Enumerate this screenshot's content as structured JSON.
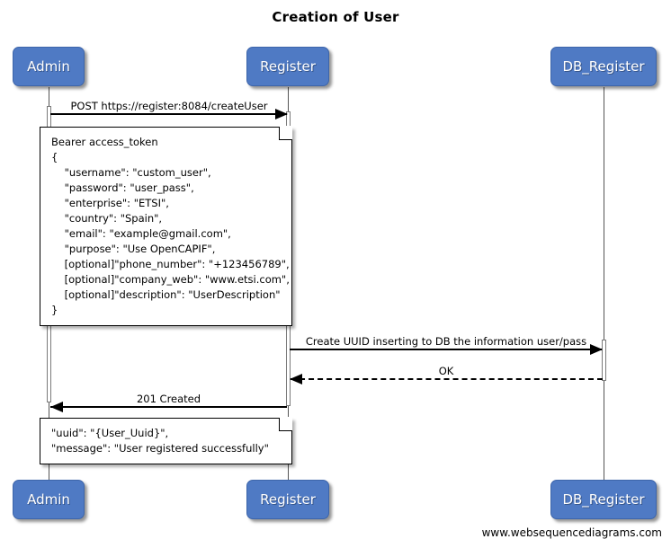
{
  "diagram": {
    "title": "Creation of User",
    "footer": "www.websequencediagrams.com",
    "colors": {
      "participant_fill": "#4f7ac4",
      "participant_text": "#ffffff",
      "line": "#000000",
      "lifeline": "#555555",
      "note_fill": "#ffffff",
      "background": "#ffffff"
    }
  },
  "participants": [
    {
      "id": "admin",
      "label": "Admin"
    },
    {
      "id": "register",
      "label": "Register"
    },
    {
      "id": "db_register",
      "label": "DB_Register"
    }
  ],
  "participants_bottom": [
    {
      "id": "admin",
      "label": "Admin"
    },
    {
      "id": "register",
      "label": "Register"
    },
    {
      "id": "db_register",
      "label": "DB_Register"
    }
  ],
  "messages": [
    {
      "id": "m1",
      "label": "POST https://register:8084/createUser",
      "from": "admin",
      "to": "register",
      "style": "solid",
      "direction": "right"
    },
    {
      "id": "m2",
      "label": "Create UUID inserting to DB the information user/pass",
      "from": "register",
      "to": "db_register",
      "style": "solid",
      "direction": "right"
    },
    {
      "id": "m3",
      "label": "OK",
      "from": "db_register",
      "to": "register",
      "style": "dashed",
      "direction": "left"
    },
    {
      "id": "m4",
      "label": "201 Created",
      "from": "register",
      "to": "admin",
      "style": "solid",
      "direction": "left"
    }
  ],
  "notes": [
    {
      "id": "note-request",
      "text": "Bearer access_token\n{\n    \"username\": \"custom_user\",\n    \"password\": \"user_pass\",\n    \"enterprise\": \"ETSI\",\n    \"country\": \"Spain\",\n    \"email\": \"example@gmail.com\",\n    \"purpose\": \"Use OpenCAPIF\",\n    [optional]\"phone_number\": \"+123456789\",\n    [optional]\"company_web\": \"www.etsi.com\",\n    [optional]\"description\": \"UserDescription\"\n}"
    },
    {
      "id": "note-response",
      "text": "\"uuid\": \"{User_Uuid}\",\n\"message\": \"User registered successfully\""
    }
  ]
}
